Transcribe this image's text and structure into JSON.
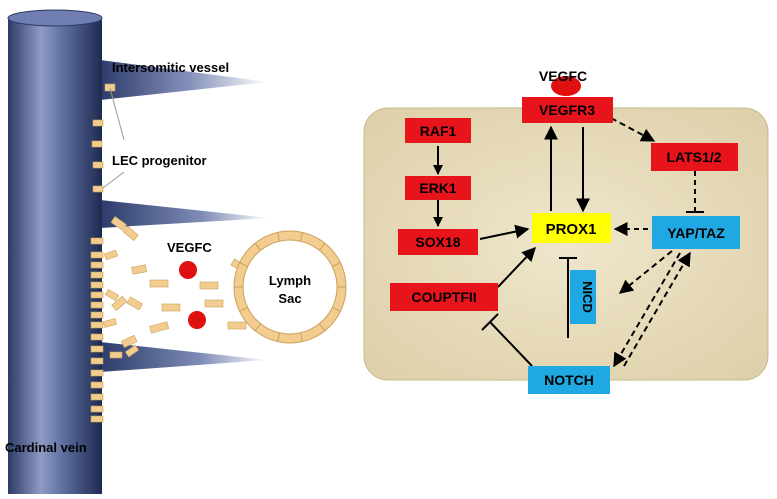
{
  "left_panel": {
    "labels": {
      "intersomitic_vessel": "Intersomitic vessel",
      "lec_progenitor": "LEC progenitor",
      "vegfc": "VEGFC",
      "lymph_sac_line1": "Lymph",
      "lymph_sac_line2": "Sac",
      "cardinal_vein": "Cardinal vein"
    }
  },
  "right_panel": {
    "nodes": {
      "vegfc": "VEGFC",
      "vegfr3": "VEGFR3",
      "raf1": "RAF1",
      "erk1": "ERK1",
      "sox18": "SOX18",
      "couptfii": "COUPTFII",
      "prox1": "PROX1",
      "lats12": "LATS1/2",
      "yaptaz": "YAP/TAZ",
      "nicd": "NICD",
      "notch": "NOTCH"
    }
  },
  "colors": {
    "red_node": "#e8141b",
    "blue_node": "#1fa8e1",
    "yellow_node": "#ffff00",
    "cell_background": "#e5d9b9",
    "vein_blue": "#35457a",
    "lec_cell": "#f2cd8f",
    "vegfc_dot": "#e01010"
  }
}
